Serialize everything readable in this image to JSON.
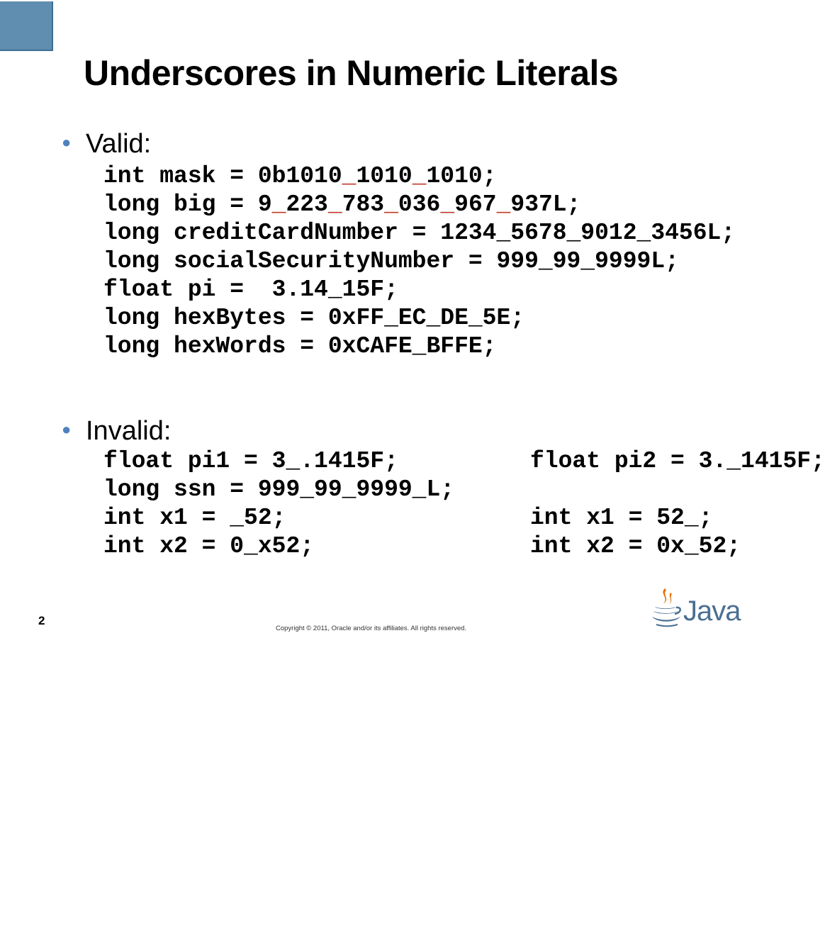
{
  "slide": {
    "title": "Underscores in Numeric Literals",
    "page_number": "2",
    "copyright": "Copyright © 2011, Oracle and/or its affiliates. All rights reserved.",
    "logo_text": "Java"
  },
  "valid": {
    "label": "Valid:",
    "lines": [
      [
        {
          "t": "int mask = 0b1010"
        },
        {
          "t": "_",
          "hl": true
        },
        {
          "t": "1010"
        },
        {
          "t": "_",
          "hl": true
        },
        {
          "t": "1010;"
        }
      ],
      [
        {
          "t": "long big = 9"
        },
        {
          "t": "_",
          "hl": true
        },
        {
          "t": "223"
        },
        {
          "t": "_",
          "hl": true
        },
        {
          "t": "783"
        },
        {
          "t": "_",
          "hl": true
        },
        {
          "t": "036"
        },
        {
          "t": "_",
          "hl": true
        },
        {
          "t": "967"
        },
        {
          "t": "_",
          "hl": true
        },
        {
          "t": "937L;"
        }
      ],
      [
        {
          "t": "long creditCardNumber = 1234_5678_9012_3456L;"
        }
      ],
      [
        {
          "t": "long socialSecurityNumber = 999_99_9999L;"
        }
      ],
      [
        {
          "t": "float pi =  3.14_15F;"
        }
      ],
      [
        {
          "t": "long hexBytes = 0xFF_EC_DE_5E;"
        }
      ],
      [
        {
          "t": "long hexWords = 0xCAFE_BFFE;"
        }
      ]
    ]
  },
  "invalid": {
    "label": "Invalid:",
    "left_lines": [
      "float pi1 = 3_.1415F;",
      "long ssn = 999_99_9999_L;",
      "int x1 = _52;",
      "int x2 = 0_x52;"
    ],
    "right_lines": [
      "float pi2 = 3._1415F;",
      "",
      "int x1 = 52_;",
      "int x2 = 0x_52;"
    ]
  },
  "colors": {
    "accent_square": "#5f8eb0",
    "bullet": "#4f81bd",
    "underscore_highlight": "#c0392b",
    "logo": "#4a6f93"
  },
  "icons": {
    "corner": "decorative-square",
    "logo": "java-coffee-cup-icon"
  }
}
